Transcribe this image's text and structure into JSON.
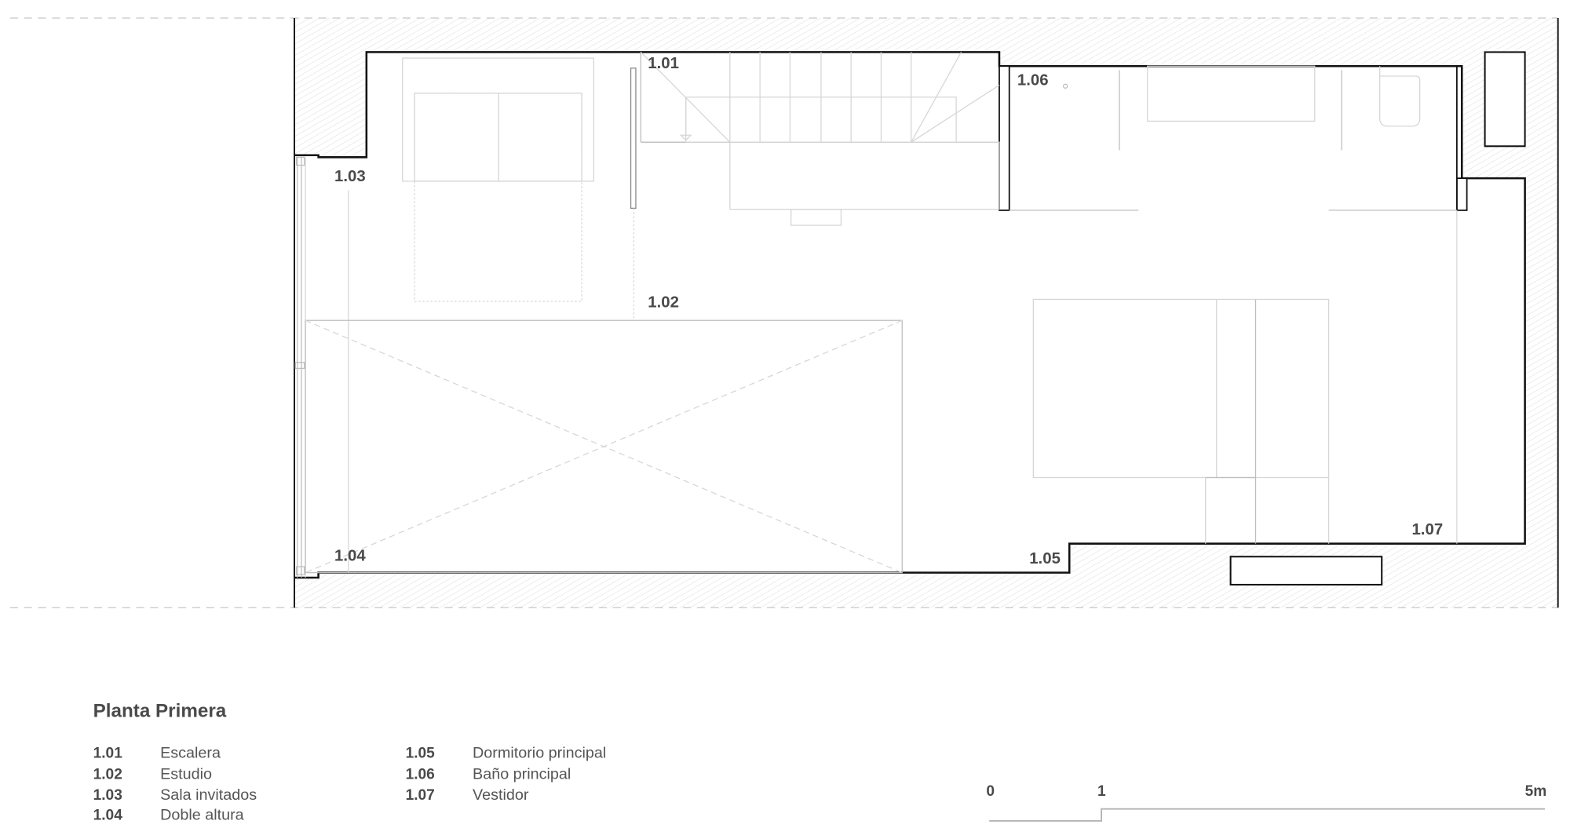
{
  "plan": {
    "room_labels": [
      "1.01",
      "1.02",
      "1.03",
      "1.04",
      "1.05",
      "1.06",
      "1.07"
    ]
  },
  "legend": {
    "title": "Planta Primera",
    "items": [
      {
        "code": "1.01",
        "name": "Escalera"
      },
      {
        "code": "1.02",
        "name": "Estudio"
      },
      {
        "code": "1.03",
        "name": "Sala invitados"
      },
      {
        "code": "1.04",
        "name": "Doble altura"
      },
      {
        "code": "1.05",
        "name": "Dormitorio principal"
      },
      {
        "code": "1.06",
        "name": "Baño principal"
      },
      {
        "code": "1.07",
        "name": "Vestidor"
      }
    ]
  },
  "scale_bar": {
    "labels": [
      "0",
      "1",
      "5m"
    ]
  },
  "colors": {
    "wall": "#111111",
    "text": "#4a4a4a",
    "hatch": "#d8d8d8"
  }
}
